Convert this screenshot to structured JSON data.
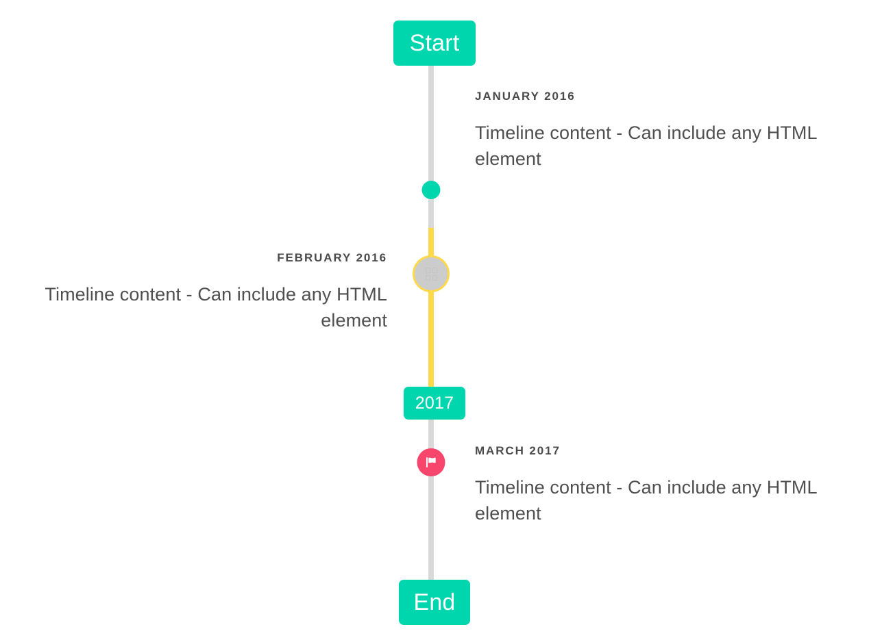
{
  "timeline": {
    "start_cap": {
      "label": "Start"
    },
    "year_cap": {
      "label": "2017"
    },
    "end_cap": {
      "label": "End"
    },
    "colors": {
      "accent_teal": "#00D6AE",
      "line_gray": "#D9D9D9",
      "line_yellow": "#FFD94A",
      "marker_pink": "#F8456B",
      "marker_gray": "#CCCCCC",
      "text_body": "#4F4F4F",
      "text_date": "#4A4A4A"
    },
    "entries": [
      {
        "id": "january-2016",
        "date": "JANUARY 2016",
        "text": "Timeline content - Can include any HTML element",
        "side": "right",
        "marker_icon": "dot-icon",
        "marker_color": "#00D6AE"
      },
      {
        "id": "february-2016",
        "date": "FEBRUARY 2016",
        "text": "Timeline content - Can include any HTML element",
        "side": "left",
        "marker_icon": "missing-glyph-icon",
        "marker_color": "#CCCCCC",
        "marker_border_color": "#FFD94A"
      },
      {
        "id": "march-2017",
        "date": "MARCH 2017",
        "text": "Timeline content - Can include any HTML element",
        "side": "right",
        "marker_icon": "flag-icon",
        "marker_color": "#F8456B"
      }
    ]
  }
}
